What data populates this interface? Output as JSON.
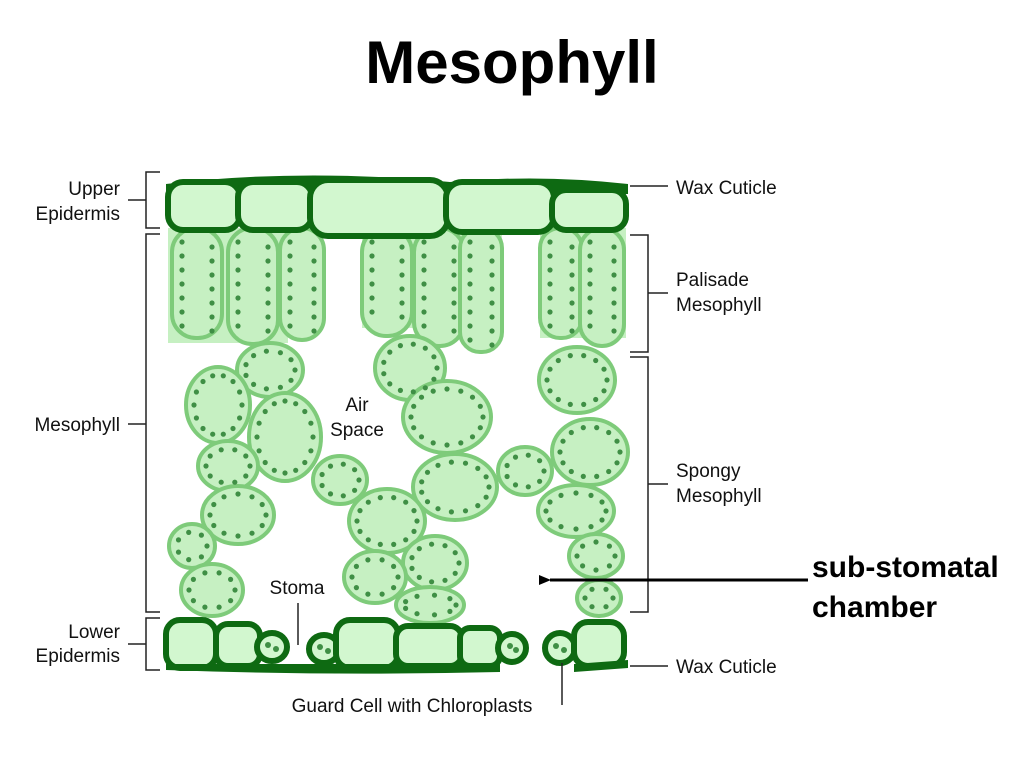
{
  "slide": {
    "title": "Mesophyll"
  },
  "labels": {
    "upper_epidermis": [
      "Upper",
      "Epidermis"
    ],
    "wax_cuticle_top": "Wax Cuticle",
    "palisade": [
      "Palisade",
      "Mesophyll"
    ],
    "mesophyll": "Mesophyll",
    "air_space": [
      "Air",
      "Space"
    ],
    "spongy": [
      "Spongy",
      "Mesophyll"
    ],
    "stoma": "Stoma",
    "lower_epidermis": [
      "Lower",
      "Epidermis"
    ],
    "wax_cuticle_bottom": "Wax Cuticle",
    "guard_cell": "Guard Cell with Chloroplasts",
    "sub_stomatal": [
      "sub-stomatal",
      "chamber"
    ]
  },
  "colors": {
    "cell_fill": "#c6f0c2",
    "cell_stroke": "#7ecb7a",
    "epidermis_fill": "#d2f7cf",
    "epidermis_stroke": "#0e6a12",
    "chloroplast": "#3f8f45"
  }
}
